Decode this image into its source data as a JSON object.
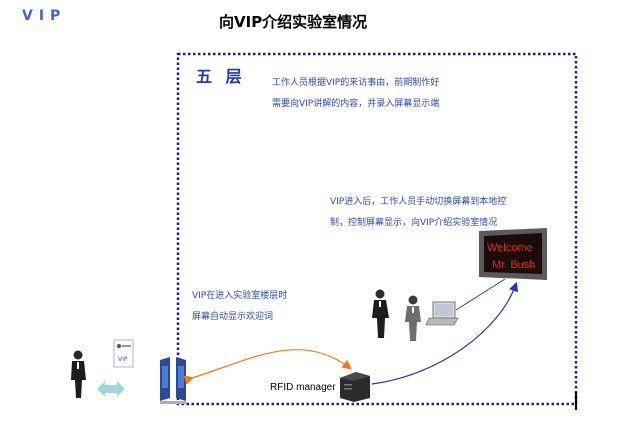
{
  "header": {
    "corner_label": "VIP",
    "title": "向VIP介绍实验室情况"
  },
  "zone": {
    "floor_label": "五 层"
  },
  "notes": {
    "staff_prep_line1": "工作人员根据VIP的来访事由，前期制作好",
    "staff_prep_line2": "需要向VIP讲解的内容，并录入屏幕显示端",
    "vip_enter_line1": "VIP进入后，工作人员手动切换屏幕到本地控",
    "vip_enter_line2": "制，控制屏幕显示，向VIP介绍实验室情况",
    "welcome_auto_line1": "VIP在进入实验室楼层时",
    "welcome_auto_line2": "屏幕自动显示欢迎词"
  },
  "devices": {
    "rfid_label": "RFID manager",
    "badge_label": "VIP",
    "screen_line1": "Welcome",
    "screen_line2": "Mr. Bush"
  },
  "colors": {
    "border": "#1a1f8c",
    "note_text": "#2f4ab0",
    "orange_arrow": "#ee7a1e",
    "blue_arrow": "#2a3aa8",
    "teal_arrow": "#9fd6d8",
    "screen_text": "#e02a18"
  }
}
